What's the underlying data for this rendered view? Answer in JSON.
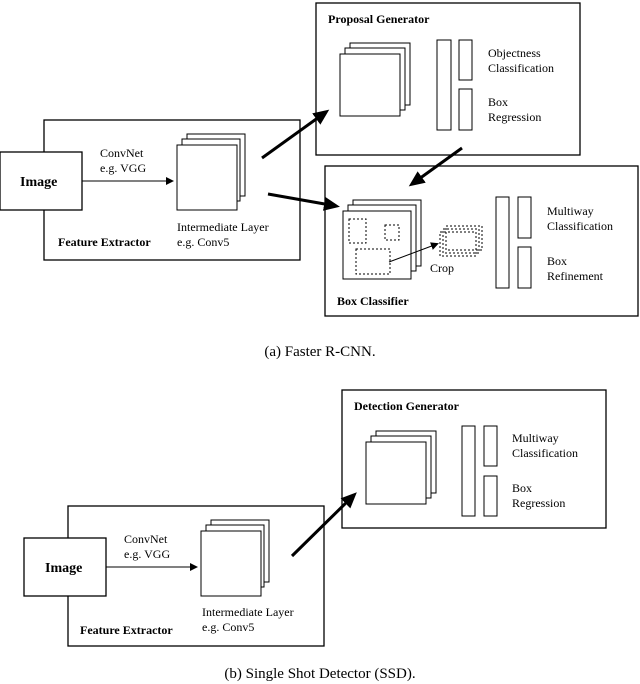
{
  "faster_rcnn": {
    "image_label": "Image",
    "convnet_line1": "ConvNet",
    "convnet_line2": "e.g. VGG",
    "intermediate_line1": "Intermediate Layer",
    "intermediate_line2": "e.g. Conv5",
    "feature_extractor": "Feature Extractor",
    "proposal_generator": "Proposal Generator",
    "objectness_line1": "Objectness",
    "objectness_line2": "Classification",
    "box_regression_line1": "Box",
    "box_regression_line2": "Regression",
    "box_classifier": "Box Classifier",
    "crop": "Crop",
    "multiway_line1": "Multiway",
    "multiway_line2": "Classification",
    "refinement_line1": "Box",
    "refinement_line2": "Refinement",
    "caption": "(a) Faster R-CNN."
  },
  "ssd": {
    "image_label": "Image",
    "convnet_line1": "ConvNet",
    "convnet_line2": "e.g. VGG",
    "intermediate_line1": "Intermediate Layer",
    "intermediate_line2": "e.g. Conv5",
    "feature_extractor": "Feature Extractor",
    "detection_generator": "Detection Generator",
    "multiway_line1": "Multiway",
    "multiway_line2": "Classification",
    "box_regression_line1": "Box",
    "box_regression_line2": "Regression",
    "caption": "(b) Single Shot Detector (SSD)."
  }
}
